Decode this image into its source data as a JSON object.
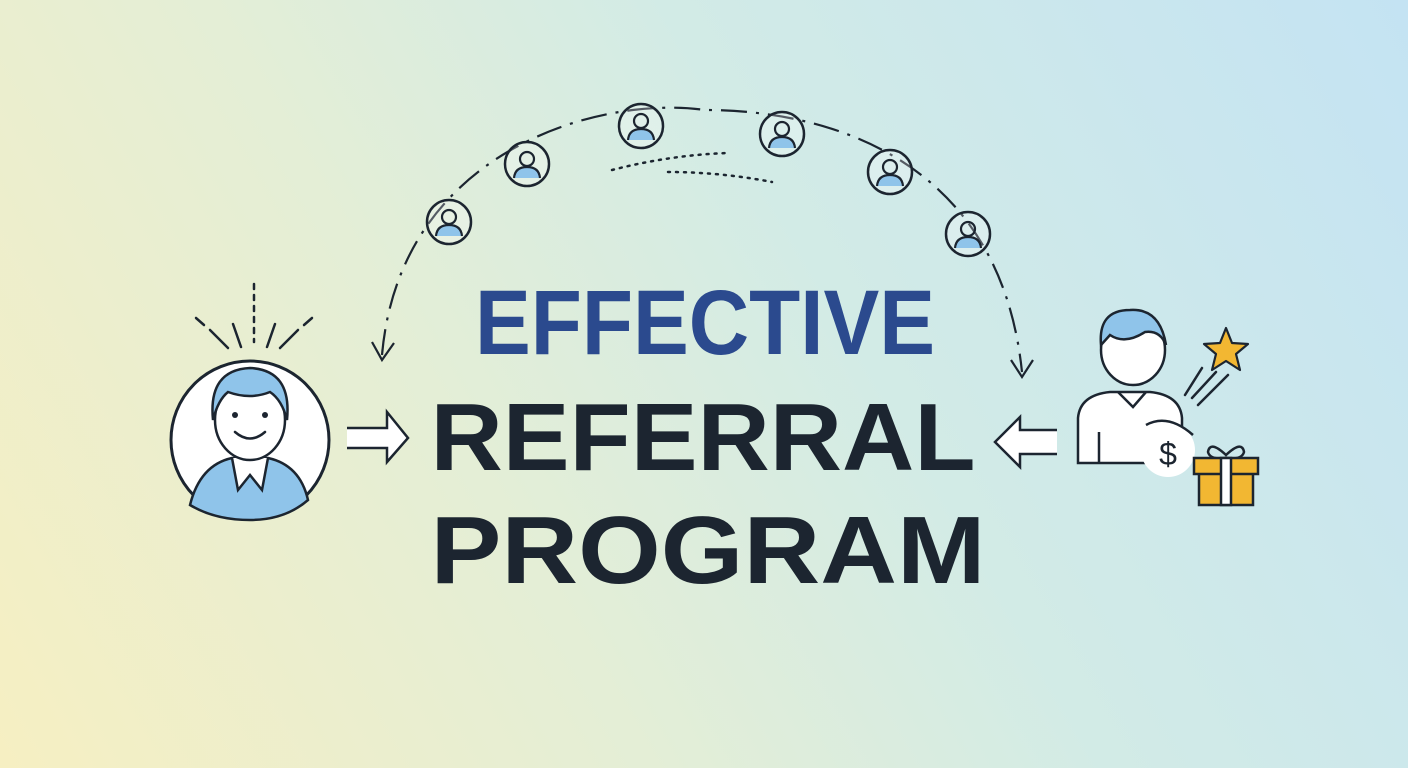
{
  "title": {
    "line1": "EFFECTIVE",
    "line2": "REFERRAL",
    "line3": "PROGRAM"
  },
  "icons": {
    "referrer": "person-smiling-icon",
    "referee": "person-icon",
    "reward_money": "dollar-coin-icon",
    "reward_gift": "gift-icon",
    "reward_star": "star-icon",
    "network": "user-avatar-icon"
  },
  "colors": {
    "title_accent": "#2b4a8e",
    "title_main": "#1c2530",
    "person_fill": "#8fc4ea",
    "reward": "#f2b732"
  }
}
